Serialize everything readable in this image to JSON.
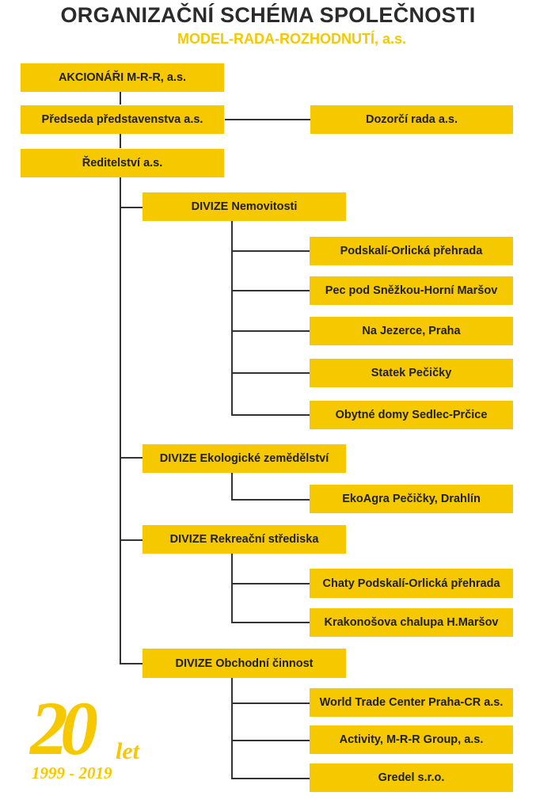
{
  "header": {
    "title": "ORGANIZAČNÍ SCHÉMA SPOLEČNOSTI",
    "subtitle": "MODEL-RADA-ROZHODNUTÍ, a.s."
  },
  "top": {
    "shareholders": "AKCIONÁŘI M-R-R, a.s.",
    "chairman": "Předseda představenstva a.s.",
    "supervisory_board": "Dozorčí rada a.s.",
    "directorate": "Ředitelství a.s."
  },
  "divisions": [
    {
      "name": "DIVIZE Nemovitosti",
      "units": [
        "Podskalí-Orlická přehrada",
        "Pec pod Sněžkou-Horní Maršov",
        "Na Jezerce, Praha",
        "Statek Pečičky",
        "Obytné domy Sedlec-Prčice"
      ]
    },
    {
      "name": "DIVIZE Ekologické zemědělství",
      "units": [
        "EkoAgra Pečičky, Drahlín"
      ]
    },
    {
      "name": "DIVIZE Rekreační střediska",
      "units": [
        "Chaty Podskalí-Orlická přehrada",
        "Krakonošova chalupa H.Maršov"
      ]
    },
    {
      "name": "DIVIZE Obchodní činnost",
      "units": [
        "World Trade Center Praha-CR a.s.",
        "Activity, M-R-R Group, a.s.",
        "Gredel s.r.o."
      ]
    }
  ],
  "anniversary": {
    "number": "20",
    "word": "let",
    "years": "1999 - 2019"
  },
  "colors": {
    "box_fill": "#f6c800",
    "title_text": "#2b2b2b",
    "connector": "#333333"
  }
}
